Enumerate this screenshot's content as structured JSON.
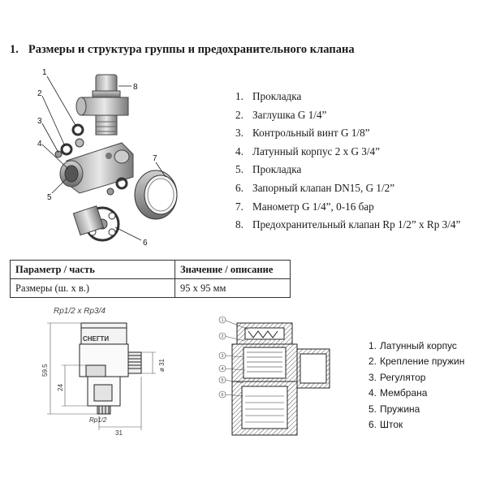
{
  "heading": {
    "number": "1.",
    "title": "Размеры и структура группы и предохранительного клапана"
  },
  "exploded": {
    "callouts": [
      "1",
      "2",
      "3",
      "4",
      "5",
      "6",
      "7",
      "8"
    ]
  },
  "parts_list": [
    {
      "n": "1.",
      "text": "Прокладка"
    },
    {
      "n": "2.",
      "text": "Заглушка G 1/4”"
    },
    {
      "n": "3.",
      "text": "Контрольный винт G 1/8”"
    },
    {
      "n": "4.",
      "text": "Латунный корпус 2 x G 3/4”"
    },
    {
      "n": "5.",
      "text": "Прокладка"
    },
    {
      "n": "6.",
      "text": "Запорный клапан DN15, G 1/2”"
    },
    {
      "n": "7.",
      "text": "Манометр G 1/4”, 0-16 бар"
    },
    {
      "n": "8.",
      "text": "Предохранительный клапан Rp 1/2” x Rp 3/4”"
    }
  ],
  "spec_table": {
    "headers": [
      "Параметр / часть",
      "Значение / описание"
    ],
    "rows": [
      [
        "Размеры (ш. x в.)",
        "95 x 95 мм"
      ]
    ]
  },
  "dim_drawing": {
    "top_label": "Rp1/2   x Rp3/4",
    "brand": "СНЕГТИ",
    "dim_height": "59.5",
    "dim_mid": "24",
    "dim_width": "31",
    "dim_diam": "ø 31",
    "bottom_label": "Rp1/2"
  },
  "section_drawing": {
    "callouts": [
      "1",
      "2",
      "3",
      "4",
      "5",
      "6"
    ]
  },
  "section_list": [
    {
      "n": "1.",
      "text": "Латунный корпус"
    },
    {
      "n": "2.",
      "text": "Крепление пружин"
    },
    {
      "n": "3.",
      "text": "Регулятор"
    },
    {
      "n": "4.",
      "text": "Мембрана"
    },
    {
      "n": "5.",
      "text": "Пружина"
    },
    {
      "n": "6.",
      "text": "Шток"
    }
  ]
}
